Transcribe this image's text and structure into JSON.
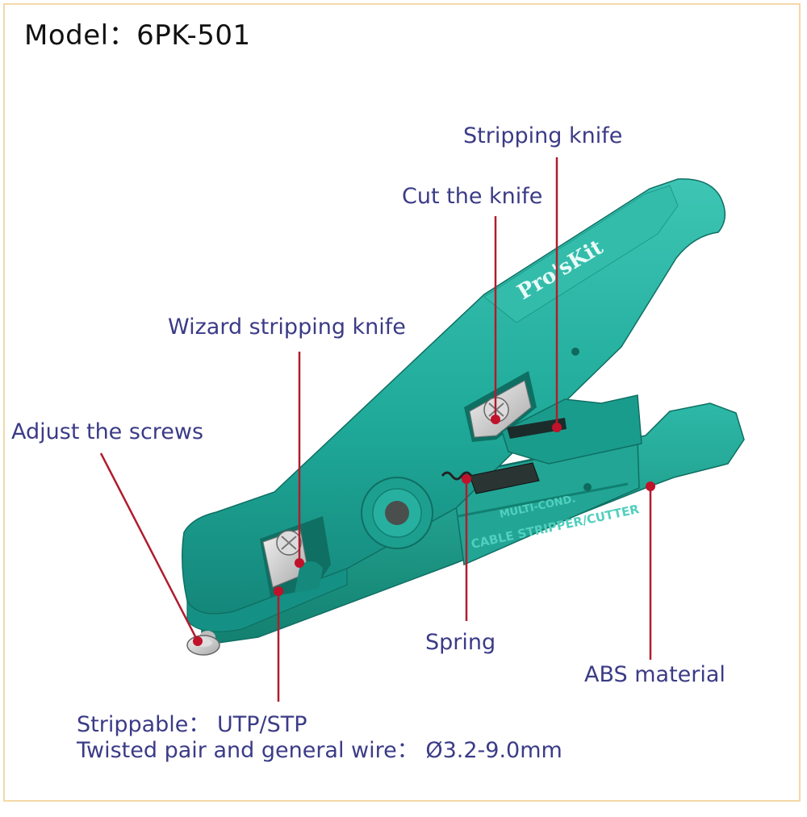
{
  "title": "Model：6PK-501",
  "brand": "Pro'sKit",
  "body_text": [
    "MULTI-COND.",
    "CABLE STRIPPER/CUTTER"
  ],
  "labels": {
    "stripping_knife": "Stripping knife",
    "cut_knife": "Cut the knife",
    "wizard_knife": "Wizard stripping knife",
    "adjust_screws": "Adjust the screws",
    "spring": "Spring",
    "abs_material": "ABS material",
    "strippable": "Strippable： UTP/STP",
    "twisted": "Twisted pair and general wire： Ø3.2-9.0mm"
  },
  "colors": {
    "tool_body": "#1faa9a",
    "label_text": "#3b3b87",
    "leader_line": "#b01c2e",
    "border": "#f3d9a6"
  }
}
